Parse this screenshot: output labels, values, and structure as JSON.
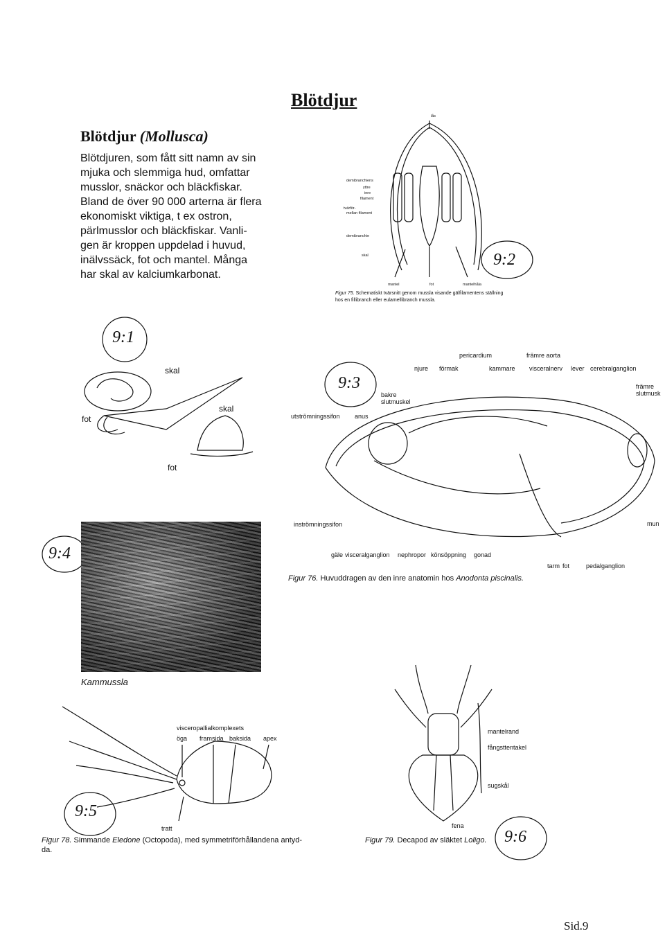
{
  "page_title": "Blötdjur",
  "intro": {
    "title": "Blötdjur",
    "title_latin": "(Mollusca)",
    "lines": [
      "Blötdjuren, som fått sitt namn av sin",
      "mjuka och slemmiga hud, omfattar",
      "musslor, snäckor och bläckfiskar.",
      "Bland de över 90 000 arterna är flera",
      "ekonomiskt viktiga, t ex ostron,",
      "pärlmusslor och bläckfiskar. Vanli-",
      "gen är kroppen uppdelad i huvud,",
      "inälvssäck, fot och mantel. Många",
      "har skal av kalciumkarbonat."
    ]
  },
  "figure_numbers": {
    "f1": "9:1",
    "f2": "9:2",
    "f3": "9:3",
    "f4": "9:4",
    "f5": "9:5",
    "f6": "9:6"
  },
  "fig75": {
    "labels": {
      "las": "lås",
      "demibranchiens": "demibranchiens",
      "yttre": "yttre",
      "inre": "inre",
      "filament": "filament",
      "tvarfor": "tvärför-",
      "mellan_filament": "mellan filament",
      "demibranchie": "demibranchie",
      "skal": "skal",
      "mantel": "mantel",
      "fot": "fot",
      "mantelhala": "mantelhåla"
    },
    "caption_label": "Figur 75.",
    "caption_line1": "Schematiskt tvärsnitt genom mussla visande gälfilamentens ställning",
    "caption_line2": "hos en fillibranch eller eulamellibranch mussla."
  },
  "fig1": {
    "skal_top": "skal",
    "skal_right": "skal",
    "fot_left": "fot",
    "fot_bottom": "fot"
  },
  "fig76": {
    "labels": {
      "pericardium": "pericardium",
      "framre_aorta": "främre aorta",
      "njure": "njure",
      "formak": "förmak",
      "kammare": "kammare",
      "visceralnerv": "visceralnerv",
      "lever": "lever",
      "cerebralganglion": "cerebralganglion",
      "framre": "främre",
      "slutmusk": "slutmusk",
      "bakre": "bakre",
      "slutmuskel": "slutmuskel",
      "utstromningssifon": "utströmningssifon",
      "anus": "anus",
      "mun": "mun",
      "instromningssifon": "inströmningssifon",
      "gale": "gäle",
      "visceralganglion": "visceralganglion",
      "nephropor": "nephropor",
      "konsoppning": "könsöppning",
      "gonad": "gonad",
      "tarm": "tarm",
      "fot": "fot",
      "pedalganglion": "pedalganglion"
    },
    "caption_label": "Figur 76.",
    "caption_text": "Huvuddragen av den inre anatomin hos",
    "caption_species": "Anodonta piscinalis."
  },
  "photo_caption": "Kammussla",
  "fig78": {
    "labels": {
      "visceropallialkomplexets": "visceropallialkomplexets",
      "oga": "öga",
      "framsida": "framsida",
      "baksida": "baksida",
      "apex": "apex",
      "tratt": "tratt"
    },
    "caption_label": "Figur 78.",
    "caption_text1": "Simmande",
    "caption_species": "Eledone",
    "caption_text2": "(Octopoda), med symmetriförhållandena antyd-",
    "caption_line2": "da."
  },
  "fig79": {
    "labels": {
      "mantelrand": "mantelrand",
      "fangsttentakel": "fångsttentakel",
      "sugskal": "sugskål",
      "fena": "fena"
    },
    "caption_label": "Figur 79.",
    "caption_text": "Decapod av släktet",
    "caption_species": "Loligo."
  },
  "page_number": "Sid.9"
}
